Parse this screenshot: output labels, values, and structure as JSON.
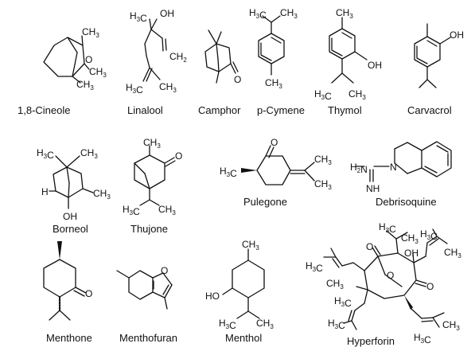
{
  "figure": {
    "molecules": [
      {
        "key": "cineole",
        "name": "1,8-Cineole",
        "atoms": [
          "CH3",
          "O",
          "CH3",
          "CH3"
        ]
      },
      {
        "key": "linalool",
        "name": "Linalool",
        "atoms": [
          "H3C",
          "OH",
          "CH2",
          "H3C",
          "CH3"
        ]
      },
      {
        "key": "camphor",
        "name": "Camphor",
        "atoms": [
          "O"
        ]
      },
      {
        "key": "pcymene",
        "name": "p-Cymene",
        "atoms": [
          "H3C",
          "CH3",
          "CH3"
        ]
      },
      {
        "key": "thymol",
        "name": "Thymol",
        "atoms": [
          "CH3",
          "OH",
          "H3C",
          "CH3"
        ]
      },
      {
        "key": "carvacrol",
        "name": "Carvacrol",
        "atoms": [
          "OH"
        ]
      },
      {
        "key": "borneol",
        "name": "Borneol",
        "atoms": [
          "H3C",
          "CH3",
          "H",
          "CH3",
          "OH"
        ]
      },
      {
        "key": "thujone",
        "name": "Thujone",
        "atoms": [
          "CH3",
          "O",
          "H3C",
          "CH3"
        ]
      },
      {
        "key": "pulegone",
        "name": "Pulegone",
        "atoms": [
          "O",
          "H3C",
          "CH3",
          "CH3"
        ]
      },
      {
        "key": "debrisoquine",
        "name": "Debrisoquine",
        "atoms": [
          "H2N",
          "N",
          "NH"
        ]
      },
      {
        "key": "menthone",
        "name": "Menthone",
        "atoms": [
          "O"
        ]
      },
      {
        "key": "menthofuran",
        "name": "Menthofuran",
        "atoms": [
          "O"
        ]
      },
      {
        "key": "menthol",
        "name": "Menthol",
        "atoms": [
          "CH3",
          "HO",
          "H3C",
          "CH3"
        ]
      },
      {
        "key": "hyperforin",
        "name": "Hyperforin",
        "atoms": [
          "H3C",
          "CH3",
          "H3C",
          "CH3",
          "H3C",
          "CH3",
          "O",
          "OH",
          "O",
          "O",
          "H3C",
          "H3C",
          "H3C",
          "CH3"
        ]
      }
    ]
  }
}
